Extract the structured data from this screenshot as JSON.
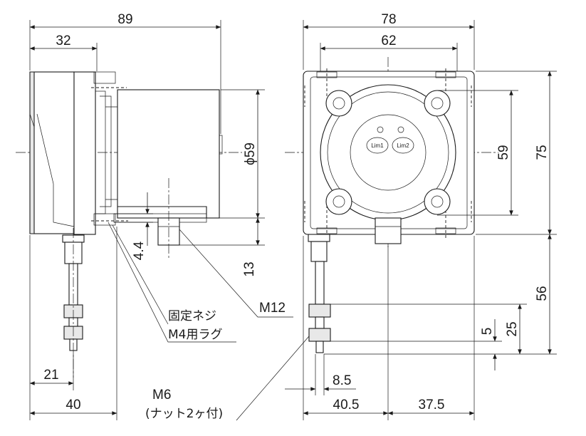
{
  "side_view": {
    "dim_overall_width": "89",
    "dim_flange": "32",
    "dim_motor_dia": "ϕ59",
    "dim_rod_offset": "21",
    "dim_bottom_width": "40",
    "dim_lug_height": "4.4",
    "dim_connector_height": "13",
    "label_connector": "M12",
    "label_screw_line1": "固定ネジ",
    "label_screw_line2": "M4用ラグ",
    "label_rod_line1": "M6",
    "label_rod_line2": "(ナット2ヶ付)"
  },
  "front_view": {
    "dim_overall_width": "78",
    "dim_mount_pitch": "62",
    "dim_bolt_pitch": "59",
    "dim_overall_height": "75",
    "dim_rod_length": "56",
    "dim_nut_span": "25",
    "dim_nut_thickness": "5",
    "dim_rod_dia": "8.5",
    "dim_left_offset": "40.5",
    "dim_right_offset": "37.5",
    "indicator_1": "Lim1",
    "indicator_2": "Lim2"
  }
}
